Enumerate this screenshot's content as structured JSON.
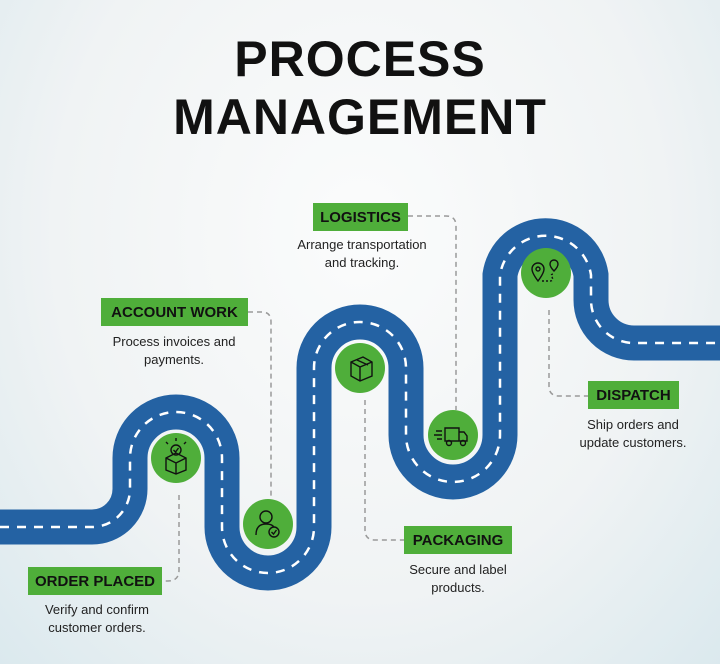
{
  "title": {
    "line1": "PROCESS",
    "line2": "MANAGEMENT"
  },
  "colors": {
    "road": "#2462a3",
    "accent": "#4fae3a",
    "connector": "#999999"
  },
  "steps": [
    {
      "label": "ORDER PLACED",
      "desc1": "Verify and confirm",
      "desc2": "customer orders.",
      "icon": "box-check-icon"
    },
    {
      "label": "ACCOUNT WORK",
      "desc1": "Process invoices and",
      "desc2": "payments.",
      "icon": "user-check-icon"
    },
    {
      "label": "PACKAGING",
      "desc1": "Secure and label",
      "desc2": "products.",
      "icon": "package-icon"
    },
    {
      "label": "LOGISTICS",
      "desc1": "Arrange transportation",
      "desc2": "and tracking.",
      "icon": "truck-icon"
    },
    {
      "label": "DISPATCH",
      "desc1": "Ship orders and",
      "desc2": "update customers.",
      "icon": "route-pins-icon"
    }
  ]
}
